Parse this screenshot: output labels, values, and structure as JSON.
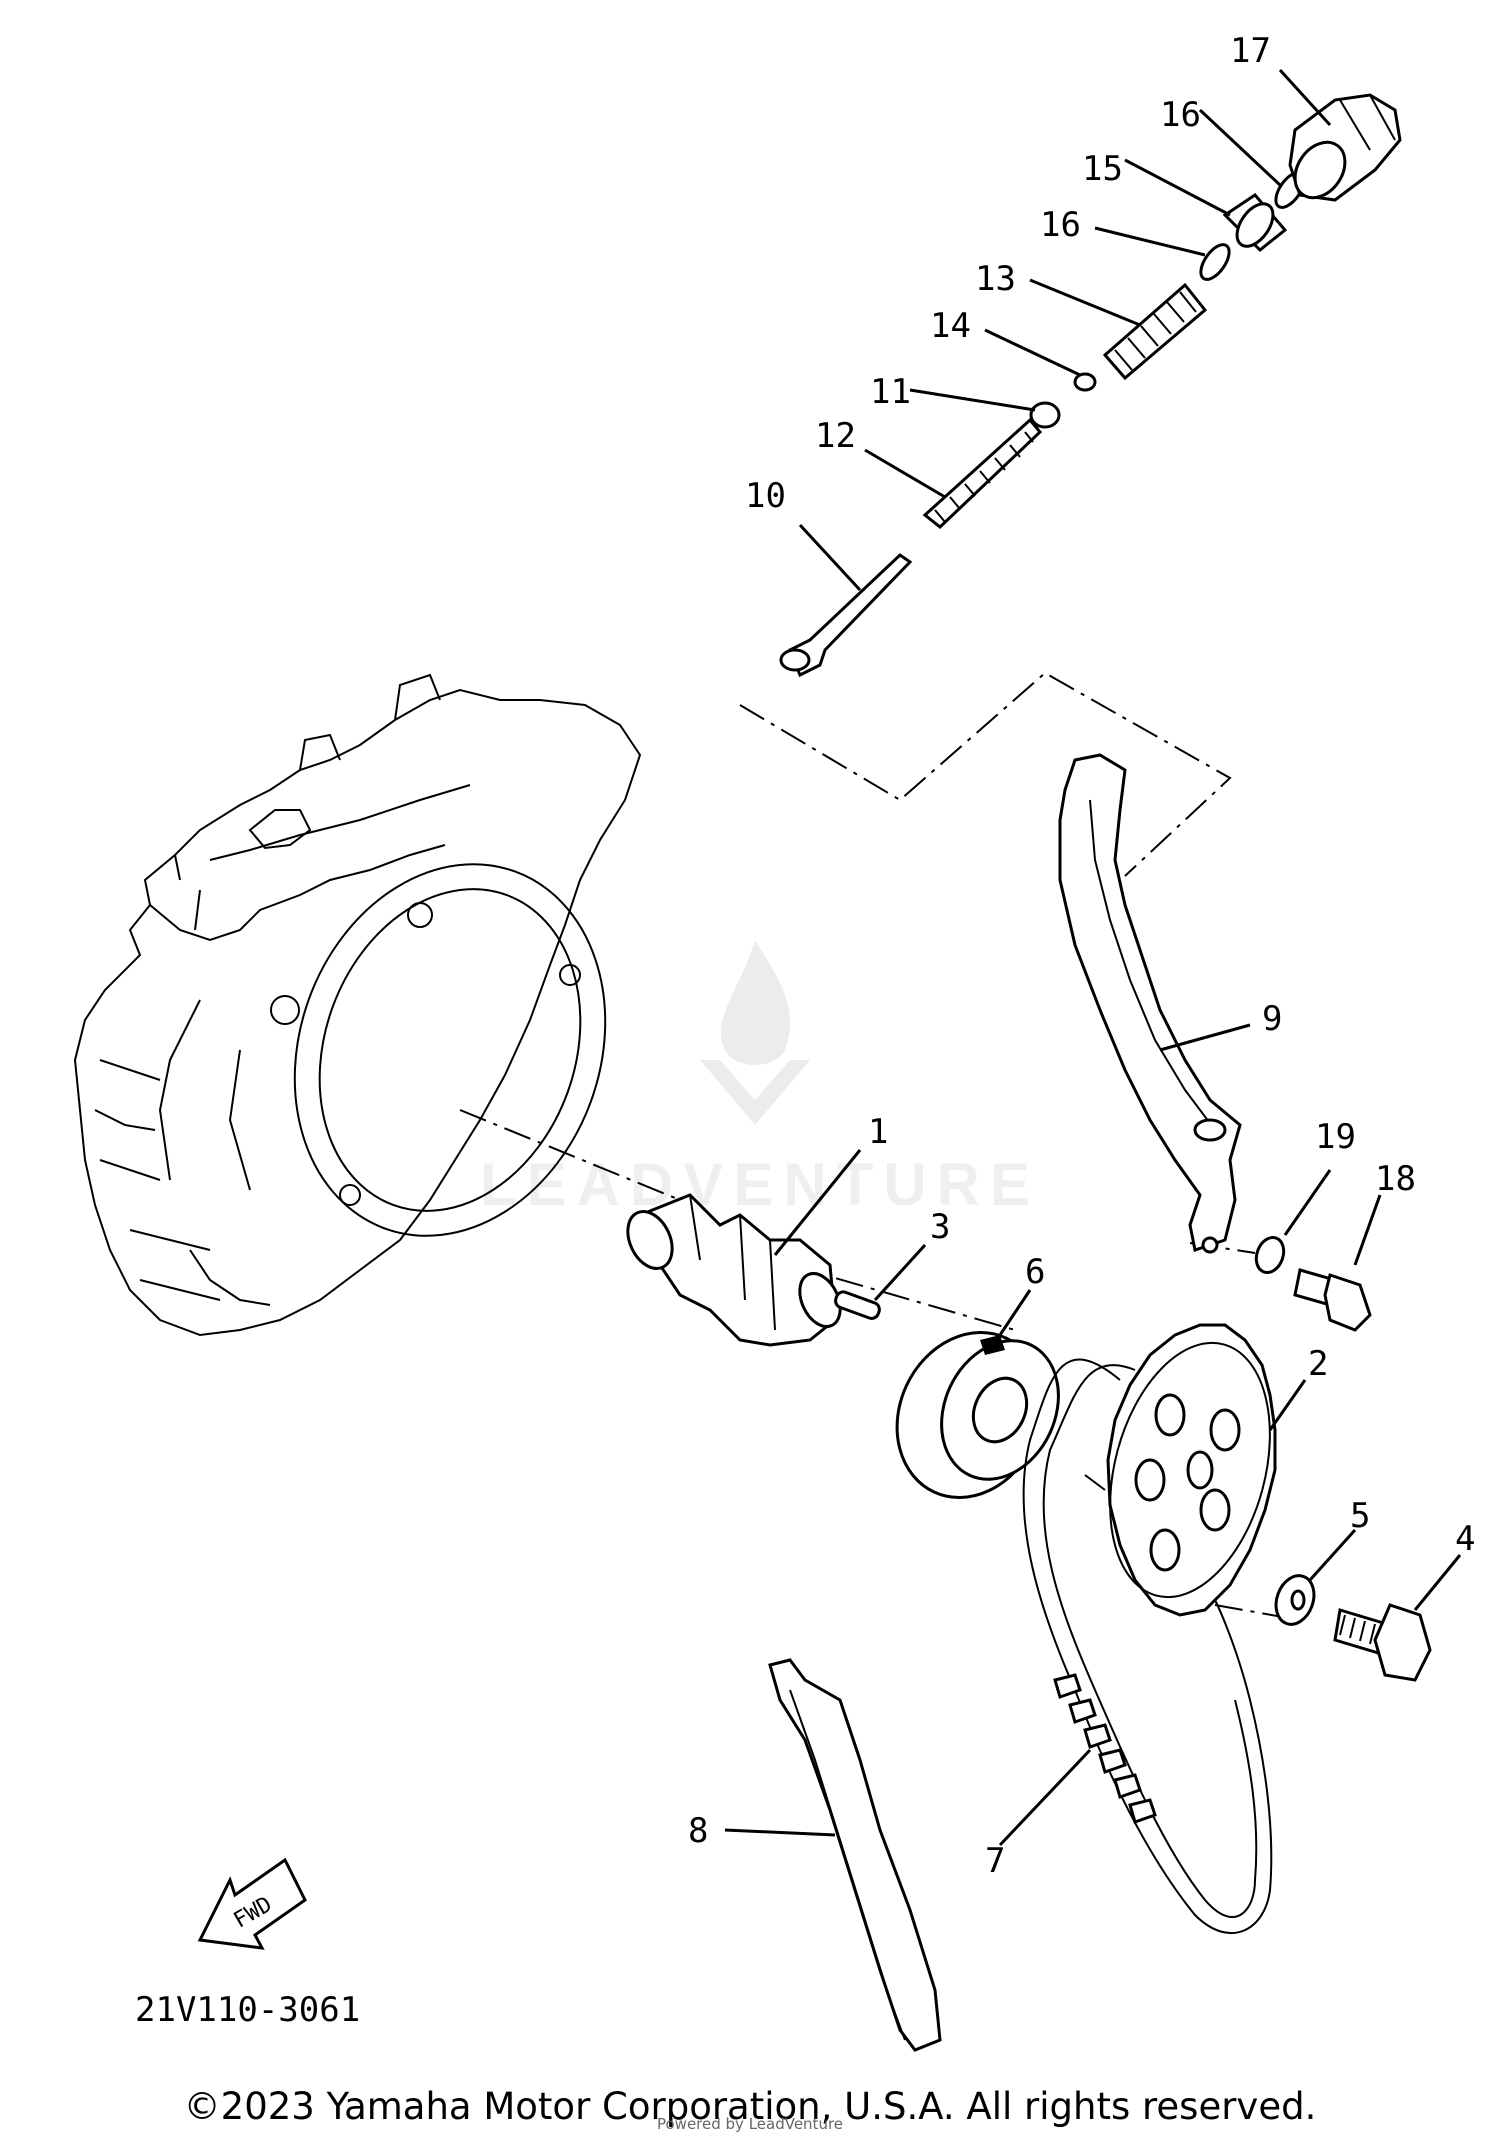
{
  "diagram": {
    "callouts": [
      {
        "id": "1",
        "label": "1"
      },
      {
        "id": "2",
        "label": "2"
      },
      {
        "id": "3",
        "label": "3"
      },
      {
        "id": "4",
        "label": "4"
      },
      {
        "id": "5",
        "label": "5"
      },
      {
        "id": "6",
        "label": "6"
      },
      {
        "id": "7",
        "label": "7"
      },
      {
        "id": "8",
        "label": "8"
      },
      {
        "id": "9",
        "label": "9"
      },
      {
        "id": "10",
        "label": "10"
      },
      {
        "id": "11",
        "label": "11"
      },
      {
        "id": "12",
        "label": "12"
      },
      {
        "id": "13",
        "label": "13"
      },
      {
        "id": "14",
        "label": "14"
      },
      {
        "id": "15",
        "label": "15"
      },
      {
        "id": "16a",
        "label": "16"
      },
      {
        "id": "16b",
        "label": "16"
      },
      {
        "id": "17",
        "label": "17"
      },
      {
        "id": "18",
        "label": "18"
      },
      {
        "id": "19",
        "label": "19"
      }
    ],
    "fwd_label": "FWD",
    "diagram_code": "21V110-3061"
  },
  "watermark": {
    "text": "LEADVENTURE"
  },
  "footer": {
    "copyright": "©2023 Yamaha Motor Corporation, U.S.A. All rights reserved.",
    "source": "Powered by LeadVenture"
  }
}
